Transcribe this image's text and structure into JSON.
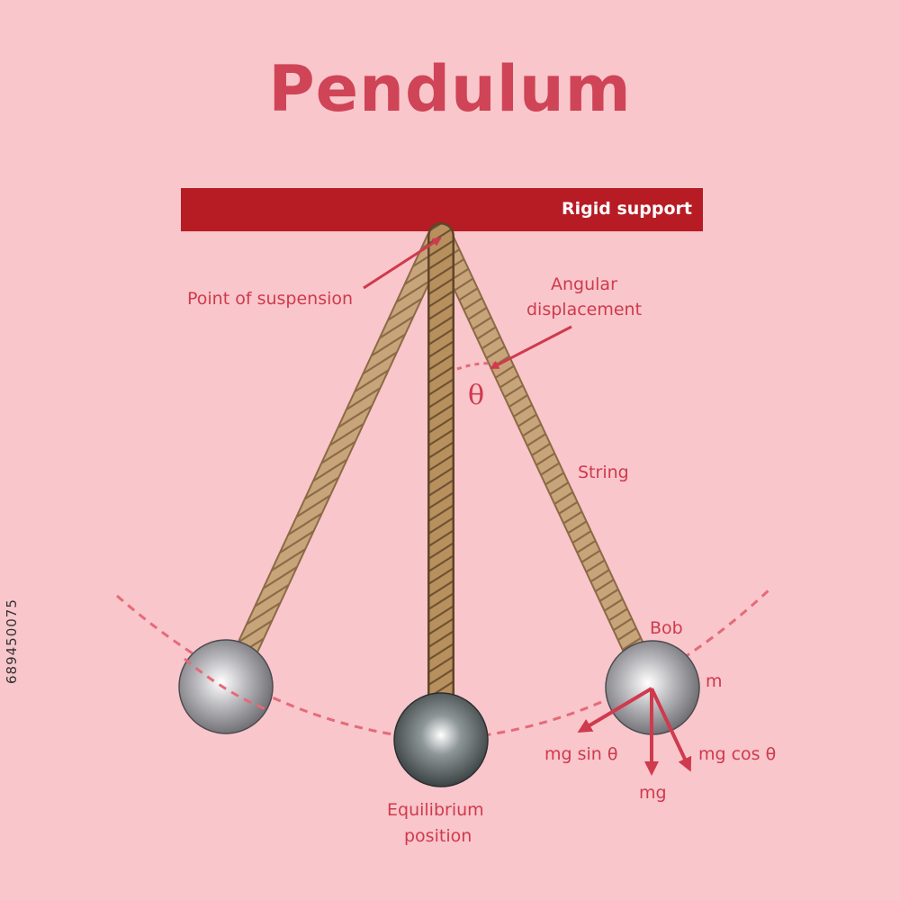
{
  "title": "Pendulum",
  "labels": {
    "rigid_support": "Rigid support",
    "point_of_suspension": "Point of suspension",
    "angular_displacement_line1": "Angular",
    "angular_displacement_line2": "displacement",
    "theta": "θ",
    "string": "String",
    "bob": "Bob",
    "mass": "m",
    "mg_sin": "mg sin θ",
    "mg": "mg",
    "mg_cos": "mg cos θ",
    "equilibrium_line1": "Equilibrium",
    "equilibrium_line2": "position"
  },
  "watermark_id": "689450075",
  "colors": {
    "background": "#f8c6cb",
    "accent": "#cf3a4d",
    "support_bar": "#b71c24",
    "rope": "#c8a47a"
  }
}
